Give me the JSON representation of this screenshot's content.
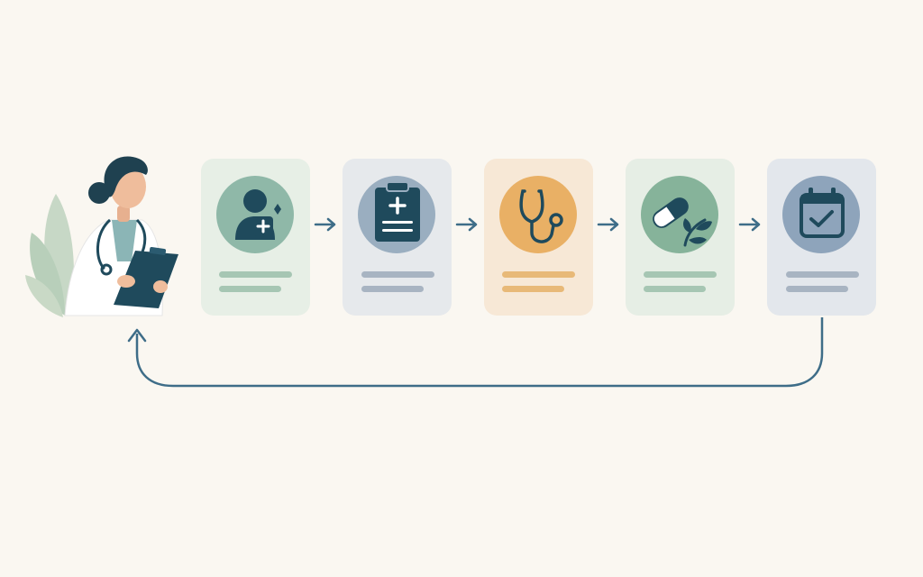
{
  "diagram": {
    "type": "process-flow",
    "nodes": [
      {
        "name": "patient-intake",
        "icon": "patient-plus-icon",
        "card_color": "#e7efe6",
        "circle_color": "#8fb8a8",
        "line_color": "#a6c6b3"
      },
      {
        "name": "medical-record",
        "icon": "clipboard-medical-icon",
        "card_color": "#e6e9ec",
        "circle_color": "#9aaec0",
        "line_color": "#a8b4c2"
      },
      {
        "name": "examination",
        "icon": "stethoscope-icon",
        "card_color": "#f7e8d6",
        "circle_color": "#e9b065",
        "line_color": "#e8b978"
      },
      {
        "name": "prescription",
        "icon": "pill-leaf-icon",
        "card_color": "#e6eee5",
        "circle_color": "#86b39a",
        "line_color": "#a6c6b3"
      },
      {
        "name": "follow-up",
        "icon": "calendar-check-icon",
        "card_color": "#e3e7ec",
        "circle_color": "#8ea4bb",
        "line_color": "#a8b4c2"
      }
    ],
    "connections": [
      {
        "from": "doctor",
        "to": "patient-intake"
      },
      {
        "from": "patient-intake",
        "to": "medical-record"
      },
      {
        "from": "medical-record",
        "to": "examination"
      },
      {
        "from": "examination",
        "to": "prescription"
      },
      {
        "from": "prescription",
        "to": "follow-up"
      },
      {
        "from": "follow-up",
        "to": "doctor",
        "style": "loop-back"
      }
    ],
    "actor": {
      "name": "doctor",
      "icon": "doctor-with-clipboard-icon"
    },
    "colors": {
      "background": "#faf7f1",
      "arrow": "#3e6d88",
      "icon_dark": "#1f4a5c"
    }
  }
}
